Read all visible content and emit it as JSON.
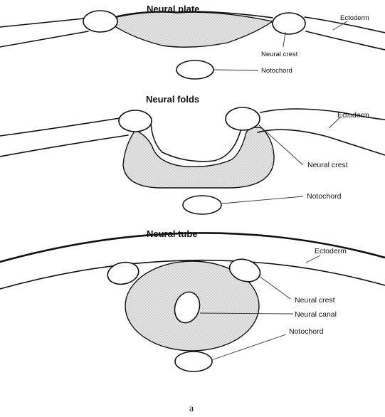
{
  "panels": {
    "plate": {
      "title": "Neural plate",
      "ectoderm": "Ectoderm",
      "neural_crest": "Neural crest",
      "notochord": "Notochord"
    },
    "folds": {
      "title": "Neural folds",
      "ectoderm": "Ectoderm",
      "neural_crest": "Neural crest",
      "notochord": "Notochord"
    },
    "tube": {
      "title": "Neural tube",
      "ectoderm": "Ectoderm",
      "neural_crest": "Neural crest",
      "neural_canal": "Neural canal",
      "notochord": "Notochord"
    }
  },
  "caption": "a"
}
